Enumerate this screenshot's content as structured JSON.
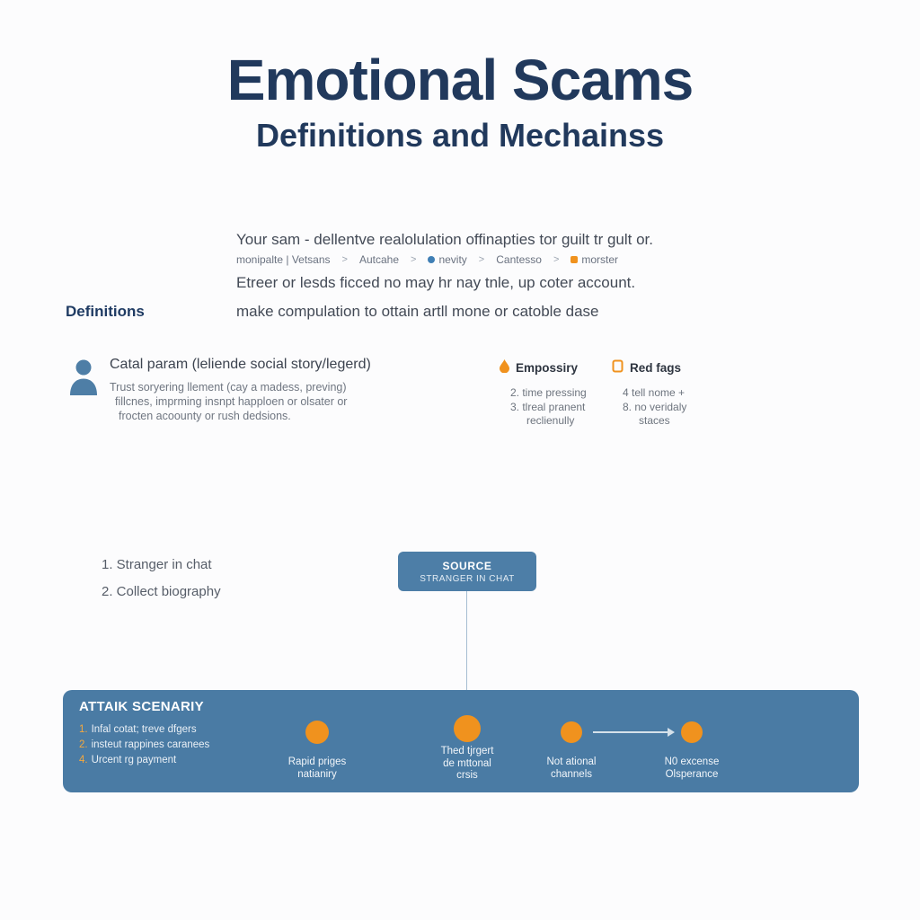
{
  "header": {
    "title": "Emotional Scams",
    "subtitle": "Definitions and Mechainss"
  },
  "definitions": {
    "label": "Definitions",
    "line1": "Your sam - dellentve realolulation offinapties tor guilt tr gult or.",
    "breadcrumb": {
      "separator": ">",
      "items": [
        {
          "label": "monipalte | Vetsans"
        },
        {
          "label": "Autcahe"
        },
        {
          "label": "nevity"
        },
        {
          "label": "Cantesso"
        },
        {
          "label": "morster"
        }
      ]
    },
    "line2": "Etreer or lesds ficced no may hr nay tnle, up coter account.",
    "line3": "make compulation to ottain artll mone or catoble dase"
  },
  "mechanisms": {
    "trust": {
      "title": "Catal param (leliende social story/legerd)",
      "lines": [
        "Trust soryering llement (cay a madess, preving)",
        "fillcnes, imprming insnpt happloen or olsater or",
        "frocten acoounty or rush dedsions."
      ]
    },
    "empossiry": {
      "title": "Empossiry",
      "lines": [
        "2. time pressing",
        "3. tlreal pranent",
        "reclienully"
      ]
    },
    "red_flags": {
      "title": "Red fags",
      "lines": [
        "4 tell nome +",
        "8. no veridaly",
        "staces"
      ]
    }
  },
  "flow": {
    "steps": [
      "1. Stranger in chat",
      "2. Collect biography"
    ],
    "source_box": {
      "title": "SOURCE",
      "subtitle": "STRANGER IN CHAT"
    }
  },
  "attack_scenario": {
    "title": "ATTAIK SCENARIY",
    "list": [
      {
        "num": "1.",
        "text": "Infal cotat; treve dfgers"
      },
      {
        "num": "2.",
        "text": "insteut rappines caranees"
      },
      {
        "num": "4.",
        "text": "Urcent rg payment"
      }
    ],
    "timeline": [
      {
        "lines": [
          "Rapid priges",
          "natianiry"
        ]
      },
      {
        "lines": [
          "Thed tjrgert",
          "de mttonal",
          "crsis"
        ]
      },
      {
        "lines": [
          "Not ational",
          "channels"
        ]
      },
      {
        "lines": [
          "N0 excense",
          "Olsperance"
        ]
      }
    ]
  },
  "colors": {
    "navy": "#21395c",
    "steel_blue": "#4a7ba4",
    "orange": "#f0921e"
  }
}
